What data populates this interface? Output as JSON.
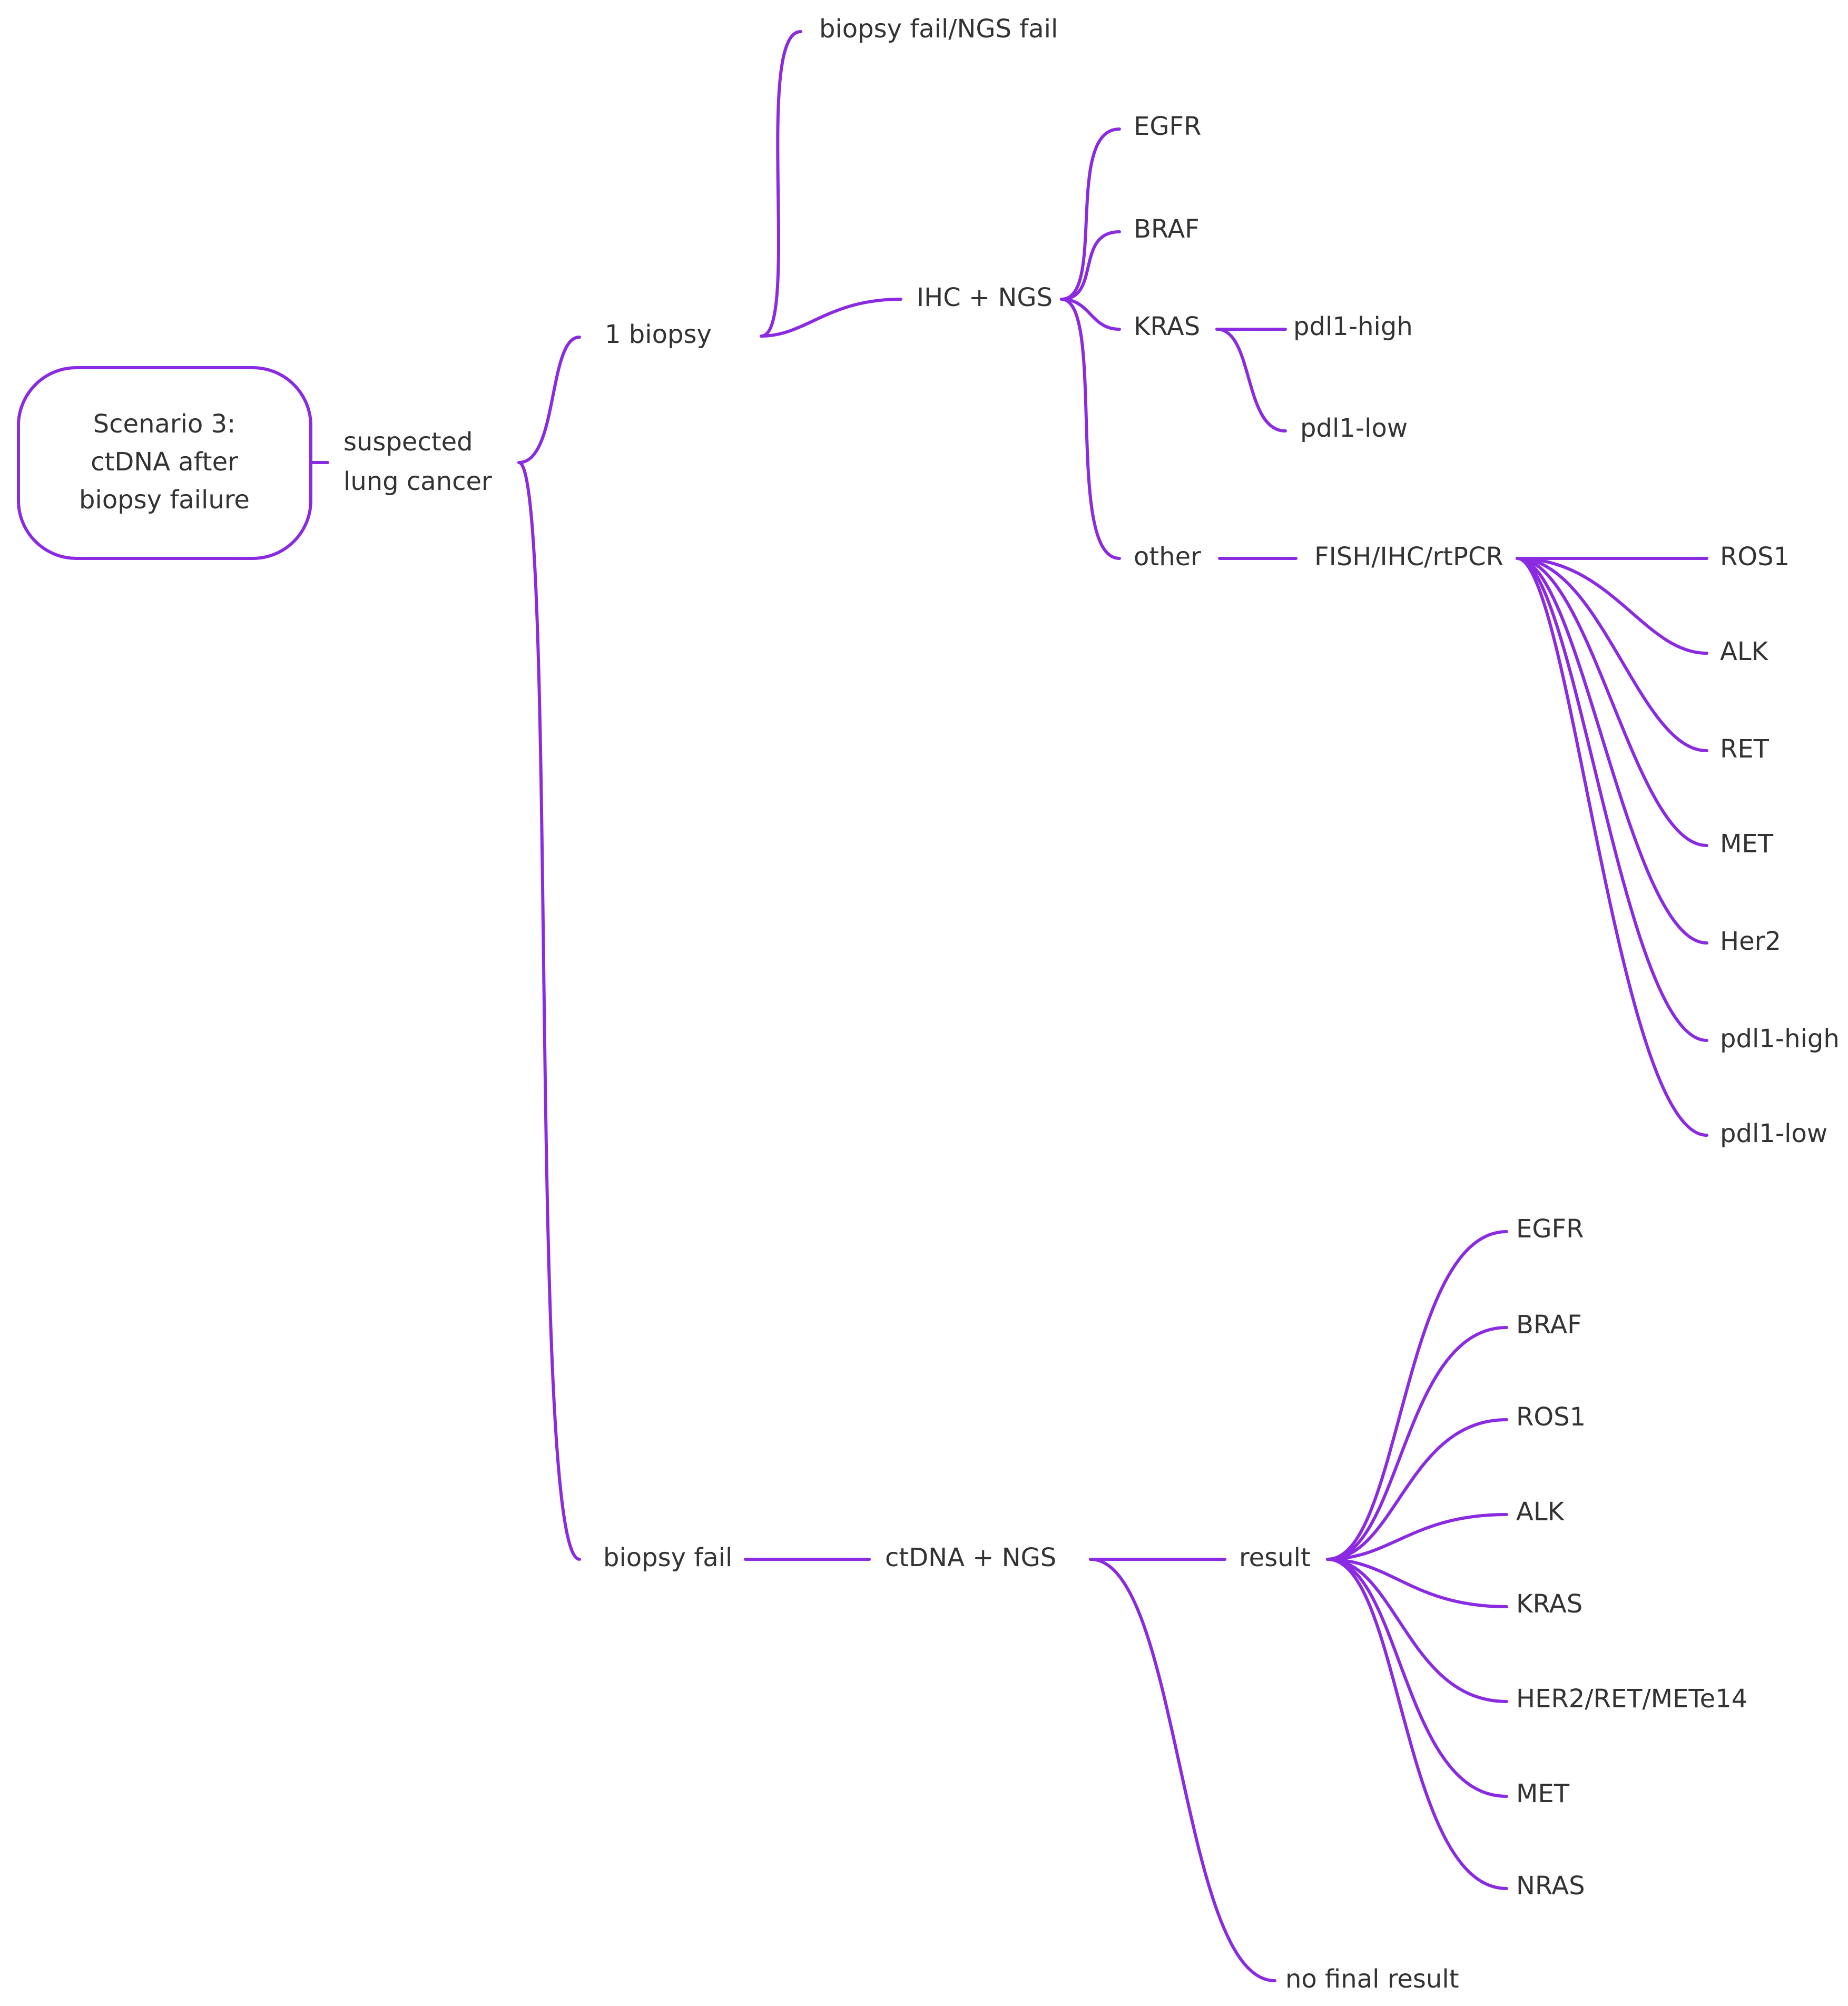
{
  "diagram": {
    "type": "mind-map",
    "colors": {
      "edge": "#8a2be2",
      "text": "#333333"
    },
    "root": {
      "label_lines": [
        "Scenario 3:",
        "ctDNA after",
        "biopsy failure"
      ]
    },
    "nodes": {
      "suspected": {
        "label_lines": [
          "suspected",
          "lung cancer"
        ]
      },
      "one_biopsy": {
        "label": "1 biopsy"
      },
      "biopsy_fail_ngs_fail": {
        "label": "biopsy fail/NGS fail"
      },
      "ihc_ngs": {
        "label": "IHC + NGS"
      },
      "egfr_1": {
        "label": "EGFR"
      },
      "braf_1": {
        "label": "BRAF"
      },
      "kras_1": {
        "label": "KRAS"
      },
      "pdl1_high_1": {
        "label": "pdl1-high"
      },
      "pdl1_low_1": {
        "label": "pdl1-low"
      },
      "other": {
        "label": "other"
      },
      "fish": {
        "label": "FISH/IHC/rtPCR"
      },
      "ros1_1": {
        "label": "ROS1"
      },
      "alk_1": {
        "label": "ALK"
      },
      "ret_1": {
        "label": "RET"
      },
      "met_1": {
        "label": "MET"
      },
      "her2_1": {
        "label": "Her2"
      },
      "pdl1_high_2": {
        "label": "pdl1-high"
      },
      "pdl1_low_2": {
        "label": "pdl1-low"
      },
      "biopsy_fail": {
        "label": "biopsy fail"
      },
      "ctdna_ngs": {
        "label": "ctDNA + NGS"
      },
      "result": {
        "label": "result"
      },
      "egfr_2": {
        "label": "EGFR"
      },
      "braf_2": {
        "label": "BRAF"
      },
      "ros1_2": {
        "label": "ROS1"
      },
      "alk_2": {
        "label": "ALK"
      },
      "kras_2": {
        "label": "KRAS"
      },
      "her2_ret_mete14": {
        "label": "HER2/RET/METe14"
      },
      "met_2": {
        "label": "MET"
      },
      "nras": {
        "label": "NRAS"
      },
      "no_final_result": {
        "label": "no final result"
      }
    }
  }
}
